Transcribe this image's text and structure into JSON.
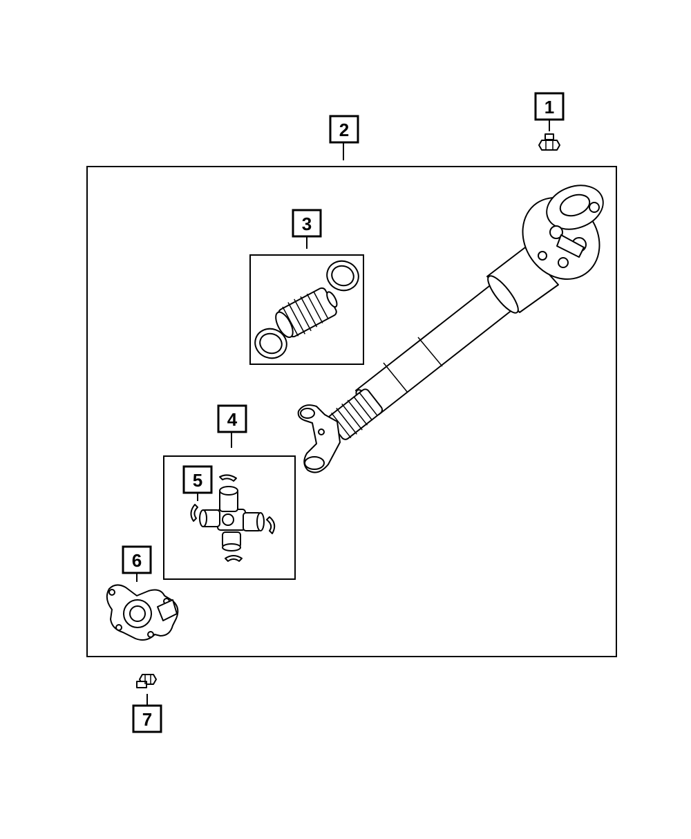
{
  "callouts": {
    "c1": "1",
    "c2": "2",
    "c3": "3",
    "c4": "4",
    "c5": "5",
    "c6": "6",
    "c7": "7"
  },
  "colors": {
    "stroke": "#000000",
    "background": "#ffffff"
  }
}
